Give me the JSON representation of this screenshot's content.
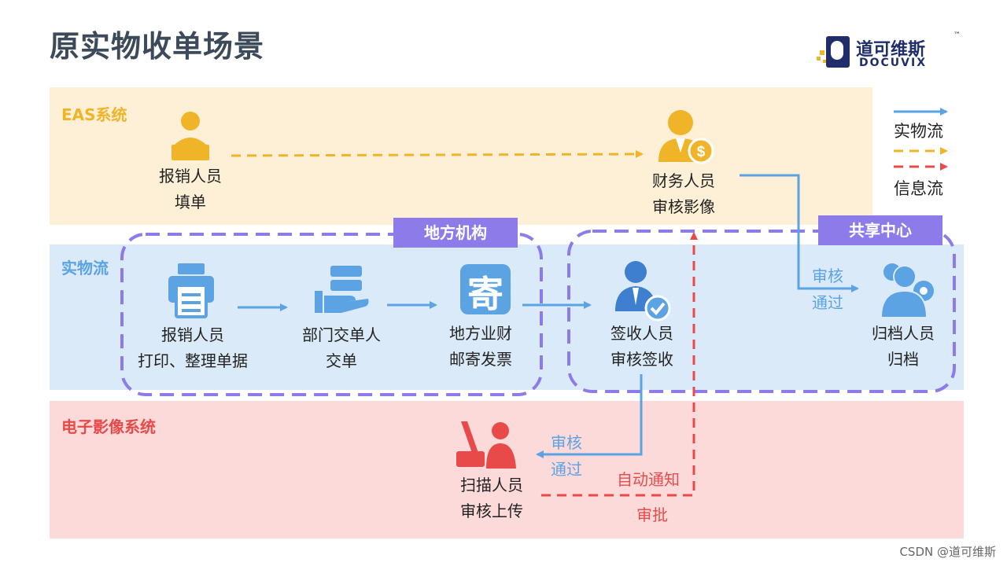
{
  "title": "原实物收单场景",
  "logo": {
    "name": "道可维斯",
    "sub": "DOCUVIX",
    "tm": "™"
  },
  "lanes": {
    "eas": "EAS系统",
    "physical": "实物流",
    "imaging": "电子影像系统"
  },
  "groups": {
    "local": "地方机构",
    "shared": "共享中心"
  },
  "nodes": {
    "applicant": {
      "line1": "报销人员",
      "line2": "填单"
    },
    "finance": {
      "line1": "财务人员",
      "line2": "审核影像"
    },
    "printer": {
      "line1": "报销人员",
      "line2": "打印、整理单据"
    },
    "dept": {
      "line1": "部门交单人",
      "line2": "交单"
    },
    "mailer": {
      "line1": "地方业财",
      "line2": "邮寄发票"
    },
    "receiver": {
      "line1": "签收人员",
      "line2": "审核签收"
    },
    "archiver": {
      "line1": "归档人员",
      "line2": "归档"
    },
    "scanner": {
      "line1": "扫描人员",
      "line2": "审核上传"
    }
  },
  "flow_notes": {
    "audit_pass_1": {
      "line1": "审核",
      "line2": "通过"
    },
    "audit_pass_2": {
      "line1": "审核",
      "line2": "通过"
    },
    "auto_notify": "自动通知",
    "approve": "审批"
  },
  "legend": {
    "physical_flow": "实物流",
    "info_flow": "信息流"
  },
  "colors": {
    "blue": "#5ba3e3",
    "orange": "#f0b429",
    "red": "#e84a4a",
    "purple": "#8e7bea"
  },
  "watermark": "CSDN @道可维斯"
}
